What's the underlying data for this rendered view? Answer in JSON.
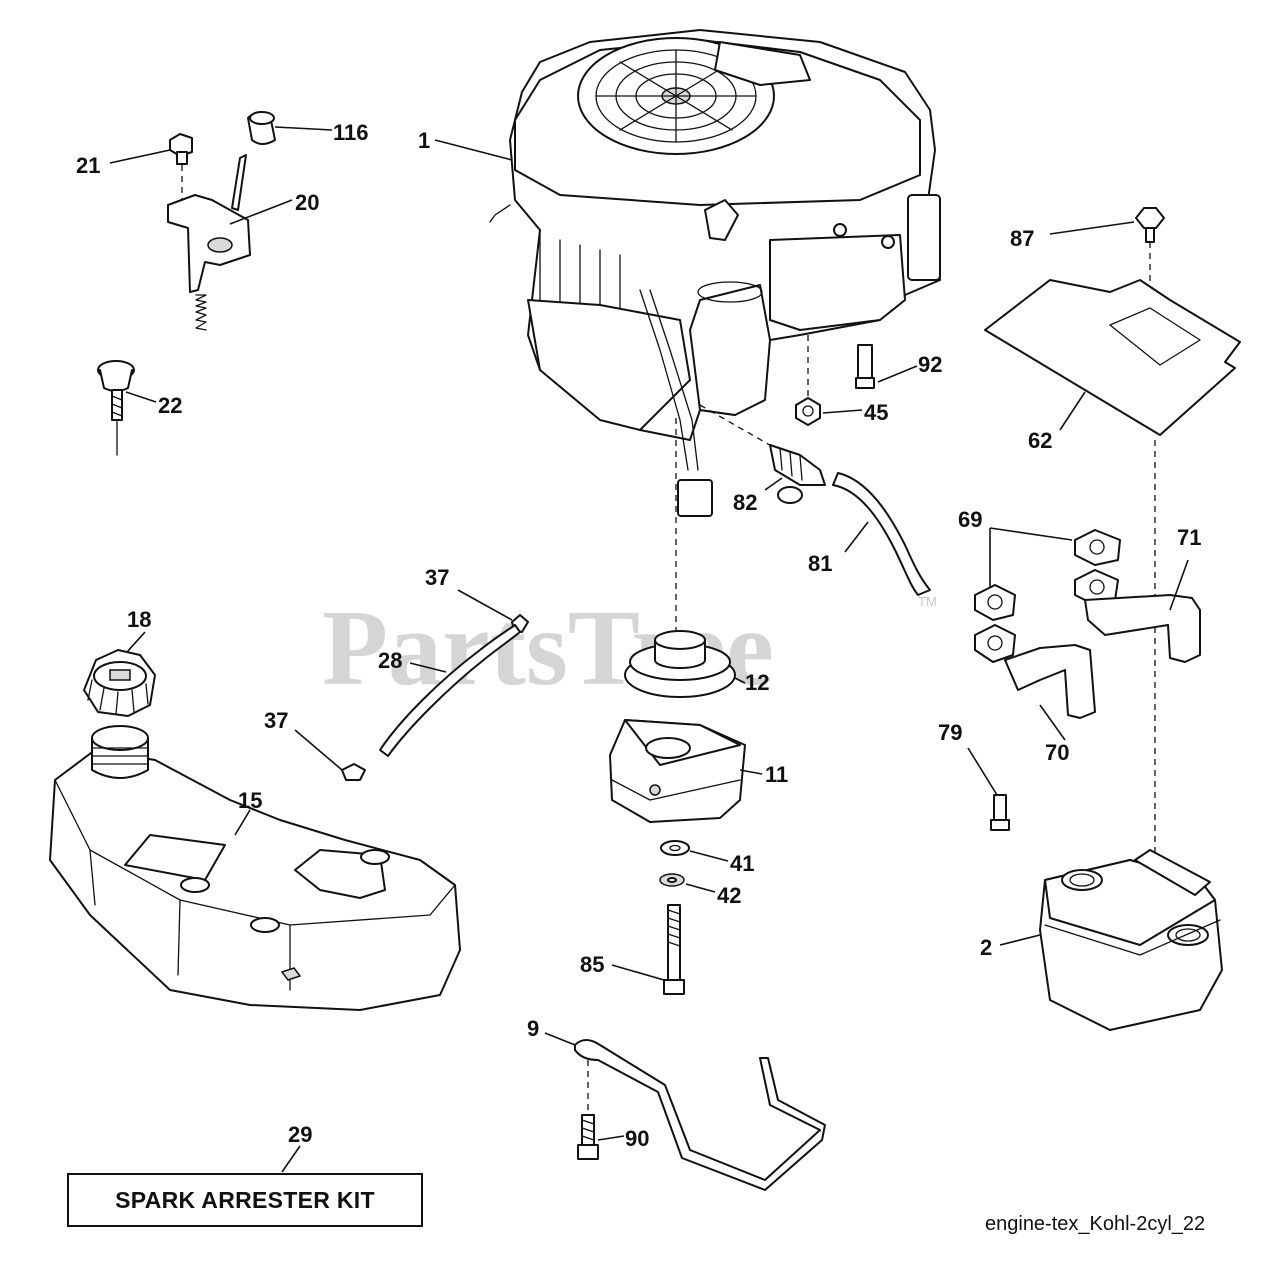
{
  "watermark": {
    "text": "PartsTree",
    "tm": "TM"
  },
  "reference": "engine-tex_Kohl-2cyl_22",
  "kit_box_label": "SPARK ARRESTER KIT",
  "callouts": {
    "c1": "1",
    "c2": "2",
    "c9": "9",
    "c11": "11",
    "c12": "12",
    "c15": "15",
    "c18": "18",
    "c20": "20",
    "c21": "21",
    "c22": "22",
    "c28": "28",
    "c29": "29",
    "c37a": "37",
    "c37b": "37",
    "c41": "41",
    "c42": "42",
    "c45": "45",
    "c62": "62",
    "c69": "69",
    "c70": "70",
    "c71": "71",
    "c79": "79",
    "c81": "81",
    "c82": "82",
    "c85": "85",
    "c87": "87",
    "c90": "90",
    "c92": "92",
    "c116": "116"
  }
}
